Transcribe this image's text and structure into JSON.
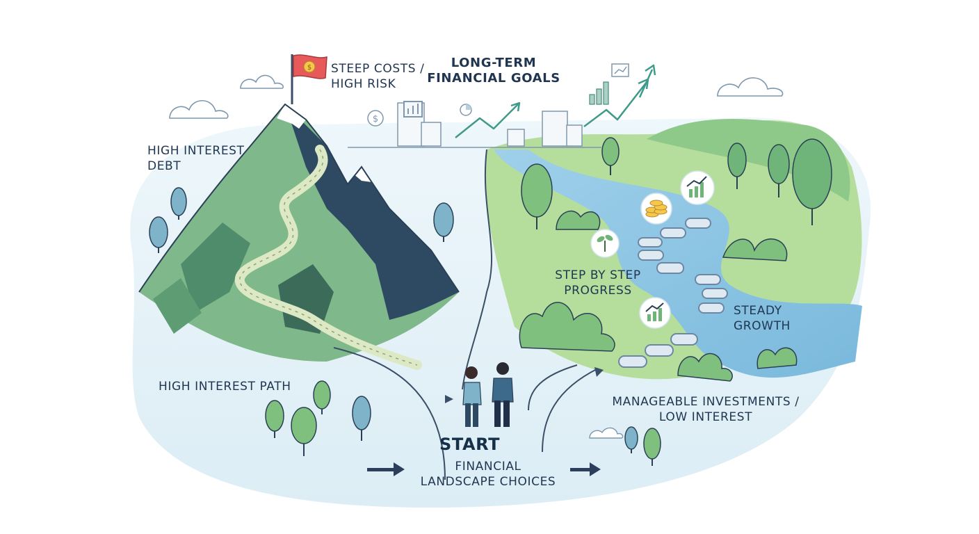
{
  "labels": {
    "steep_costs": [
      "STEEP COSTS /",
      "HIGH RISK"
    ],
    "long_term": [
      "LONG-TERM",
      "FINANCIAL GOALS"
    ],
    "high_interest_debt": [
      "HIGH INTEREST",
      "DEBT"
    ],
    "step_by_step": [
      "STEP BY STEP",
      "PROGRESS"
    ],
    "steady_growth": [
      "STEADY",
      "GROWTH"
    ],
    "high_interest_path": "HIGH INTEREST PATH",
    "manageable": [
      "MANAGEABLE INVESTMENTS /",
      "LOW INTEREST"
    ],
    "start": "START",
    "financial_landscape": [
      "FINANCIAL",
      "LANDSCAPE CHOICES"
    ]
  },
  "icons": [
    "flag-coin-icon",
    "dollar-coin-icon",
    "bar-chart-icon",
    "pie-chart-icon",
    "trend-up-arrow-icon",
    "coins-stack-icon",
    "seedling-icon",
    "growth-chart-icon"
  ],
  "colors": {
    "mountain_light": "#7fb88a",
    "mountain_dark": "#2e4a63",
    "river": "#8fc7e6",
    "hills": "#a8d58e",
    "background_wash": "#e3f1f7",
    "flag": "#e85a5a",
    "text": "#1f3550"
  }
}
